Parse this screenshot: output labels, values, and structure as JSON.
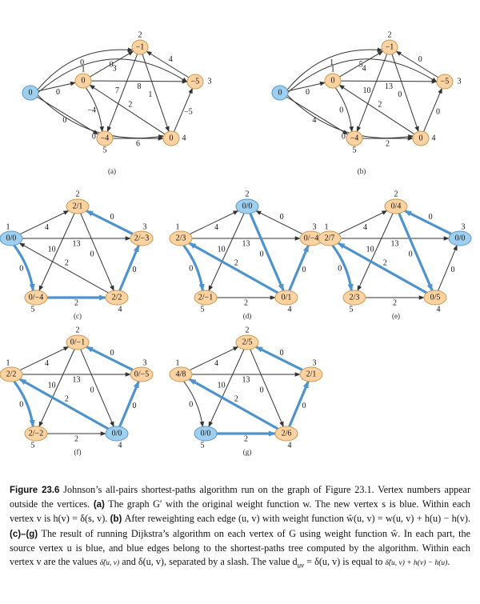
{
  "panel_labels": [
    "(a)",
    "(b)",
    "(c)",
    "(d)",
    "(e)",
    "(f)",
    "(g)"
  ],
  "panels": [
    {
      "id": "a",
      "vertex_text": {
        "s": "0",
        "v1": "0",
        "v2": "−1",
        "v3": "−5",
        "v4": "0",
        "v5": "−4"
      },
      "vertex_numbers": {
        "v1": "1",
        "v2": "2",
        "v3": "3",
        "v4": "4",
        "v5": "5"
      },
      "weights": {
        "s_v1": "0",
        "s_v5": "0",
        "s_v4": "0",
        "s_v2": "0",
        "s_v3": "0",
        "v1_v2": "3",
        "v1_v3": "8",
        "v1_v5": "−4",
        "v2_v4": "1",
        "v2_v5": "7",
        "v3_v2": "4",
        "v4_v1": "2",
        "v4_v3": "−5",
        "v5_v4": "6"
      }
    },
    {
      "id": "b",
      "vertex_text": {
        "s": "0",
        "v1": "0",
        "v2": "−1",
        "v3": "−5",
        "v4": "0",
        "v5": "−4"
      },
      "vertex_numbers": {
        "v1": "1",
        "v2": "2",
        "v3": "3",
        "v4": "4",
        "v5": "5"
      },
      "weights": {
        "s_v1": "0",
        "s_v5": "4",
        "s_v4": "0",
        "s_v2": "1",
        "s_v3": "5",
        "v1_v2": "4",
        "v1_v3": "13",
        "v1_v5": "0",
        "v2_v4": "0",
        "v2_v5": "10",
        "v3_v2": "0",
        "v4_v1": "2",
        "v4_v3": "0",
        "v5_v4": "2"
      }
    },
    {
      "id": "c",
      "source": "v1",
      "vertex_text": {
        "v1": "0/0",
        "v2": "2/1",
        "v3": "2/−3",
        "v4": "2/2",
        "v5": "0/−4"
      },
      "vertex_numbers": {
        "v1": "1",
        "v2": "2",
        "v3": "3",
        "v4": "4",
        "v5": "5"
      },
      "weights": {
        "v1_v2": "4",
        "v1_v3": "13",
        "v1_v5": "0",
        "v2_v4": "0",
        "v2_v5": "10",
        "v3_v2": "0",
        "v4_v1": "2",
        "v4_v3": "0",
        "v5_v4": "2"
      },
      "tree_edges": [
        "v1_v5",
        "v5_v4",
        "v4_v3",
        "v3_v2"
      ]
    },
    {
      "id": "d",
      "source": "v2",
      "vertex_text": {
        "v1": "2/3",
        "v2": "0/0",
        "v3": "0/−4",
        "v4": "0/1",
        "v5": "2/−1"
      },
      "vertex_numbers": {
        "v1": "1",
        "v2": "2",
        "v3": "3",
        "v4": "4",
        "v5": "5"
      },
      "weights": {
        "v1_v2": "4",
        "v1_v3": "13",
        "v1_v5": "0",
        "v2_v4": "0",
        "v2_v5": "10",
        "v3_v2": "0",
        "v4_v1": "2",
        "v4_v3": "0",
        "v5_v4": "2"
      },
      "tree_edges": [
        "v2_v4",
        "v4_v1",
        "v4_v3",
        "v1_v5"
      ]
    },
    {
      "id": "e",
      "source": "v3",
      "vertex_text": {
        "v1": "2/7",
        "v2": "0/4",
        "v3": "0/0",
        "v4": "0/5",
        "v5": "2/3"
      },
      "vertex_numbers": {
        "v1": "1",
        "v2": "2",
        "v3": "3",
        "v4": "4",
        "v5": "5"
      },
      "weights": {
        "v1_v2": "4",
        "v1_v3": "13",
        "v1_v5": "0",
        "v2_v4": "0",
        "v2_v5": "10",
        "v3_v2": "0",
        "v4_v1": "2",
        "v4_v3": "0",
        "v5_v4": "2"
      },
      "tree_edges": [
        "v3_v2",
        "v2_v4",
        "v4_v1",
        "v1_v5"
      ]
    },
    {
      "id": "f",
      "source": "v4",
      "vertex_text": {
        "v1": "2/2",
        "v2": "0/−1",
        "v3": "0/−5",
        "v4": "0/0",
        "v5": "2/−2"
      },
      "vertex_numbers": {
        "v1": "1",
        "v2": "2",
        "v3": "3",
        "v4": "4",
        "v5": "5"
      },
      "weights": {
        "v1_v2": "4",
        "v1_v3": "13",
        "v1_v5": "0",
        "v2_v4": "0",
        "v2_v5": "10",
        "v3_v2": "0",
        "v4_v1": "2",
        "v4_v3": "0",
        "v5_v4": "2"
      },
      "tree_edges": [
        "v4_v3",
        "v3_v2",
        "v4_v1",
        "v1_v5"
      ]
    },
    {
      "id": "g",
      "source": "v5",
      "vertex_text": {
        "v1": "4/8",
        "v2": "2/5",
        "v3": "2/1",
        "v4": "2/6",
        "v5": "0/0"
      },
      "vertex_numbers": {
        "v1": "1",
        "v2": "2",
        "v3": "3",
        "v4": "4",
        "v5": "5"
      },
      "weights": {
        "v1_v2": "4",
        "v1_v3": "13",
        "v1_v5": "0",
        "v2_v4": "0",
        "v2_v5": "10",
        "v3_v2": "0",
        "v4_v1": "2",
        "v4_v3": "0",
        "v5_v4": "2"
      },
      "tree_edges": [
        "v5_v4",
        "v4_v1",
        "v4_v3",
        "v3_v2"
      ]
    }
  ],
  "caption": {
    "figure_label": "Figure 23.6",
    "s1": "Johnson’s all-pairs shortest-paths algorithm run on the graph of Figure 23.1. Vertex numbers appear outside the vertices.",
    "a_tag": "(a)",
    "a_text": "The graph G′ with the original weight function w. The new vertex s is blue. Within each vertex v is h(v) = δ(s, v).",
    "b_tag": "(b)",
    "b_text": "After reweighting each edge (u, v) with weight function ŵ(u, v) = w(u, v) + h(u) − h(v).",
    "cg_tag": "(c)–(g)",
    "cg_text": "The result of running Dijkstra’s algorithm on each vertex of G using weight function ŵ. In each part, the source vertex u is blue, and blue edges belong to the shortest-paths tree computed by the algorithm. Within each vertex v are the values",
    "sym1": "δ̂(u, v)",
    "mid": "and δ(u, v), separated by a slash. The value d",
    "sub": "uv",
    "eq": " = δ(u, v) is equal to",
    "sym2": "δ̂(u, v) + h(v) − h(u)",
    "end": "."
  }
}
